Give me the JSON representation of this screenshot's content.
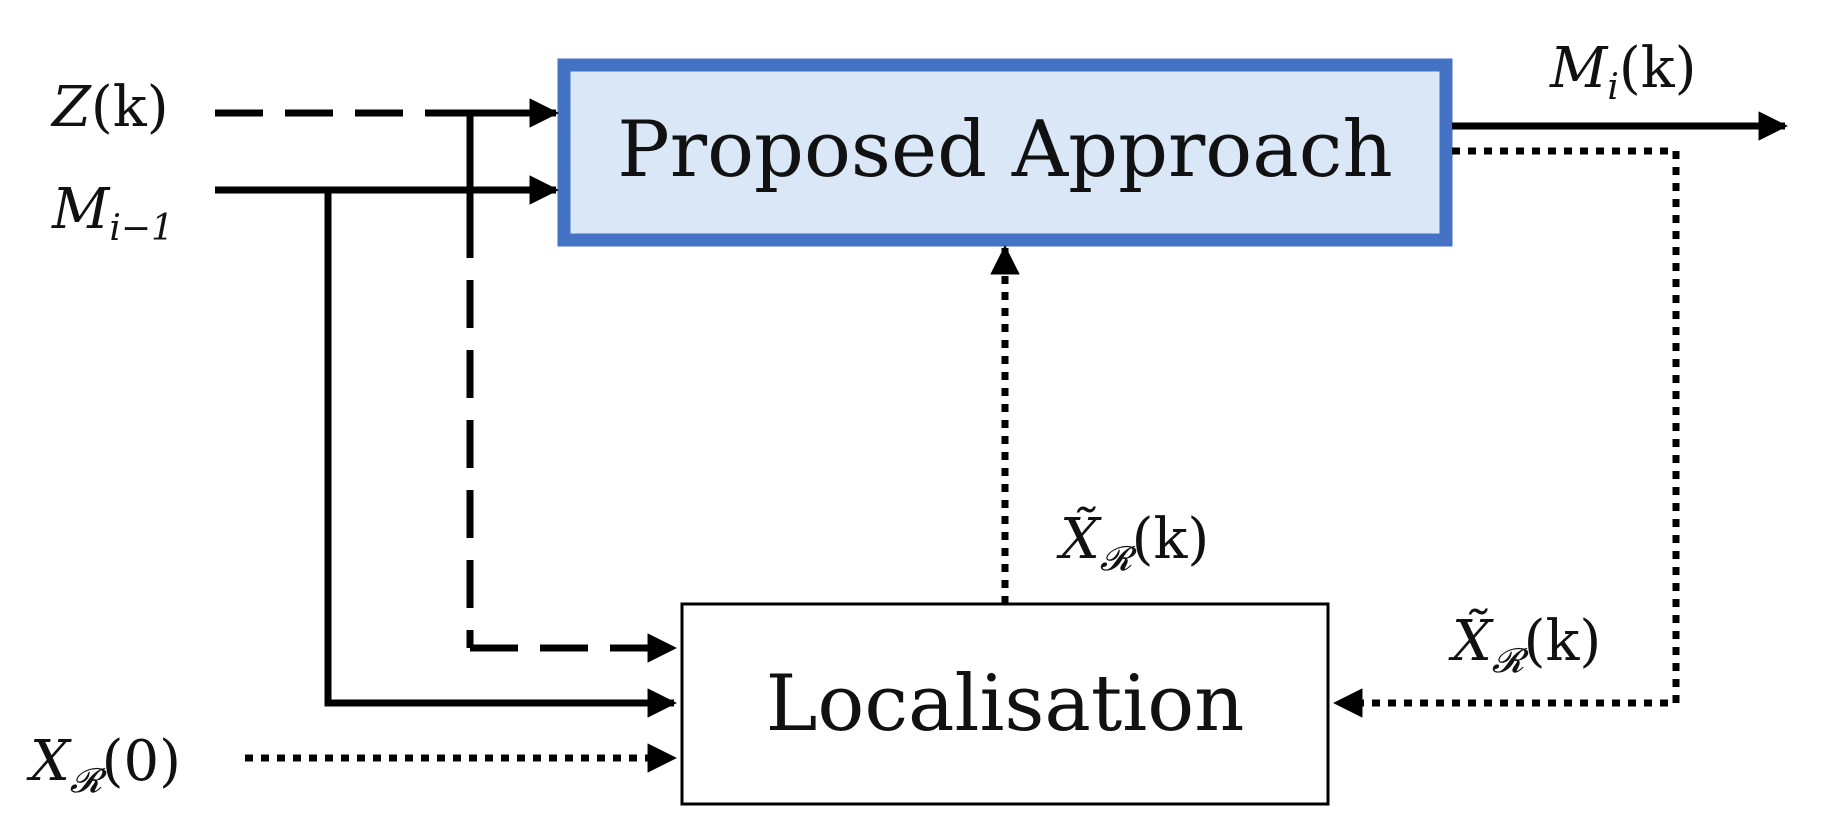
{
  "blocks": {
    "proposed": {
      "label": "Proposed Approach",
      "fill_color": "#d9e7f6",
      "border_color": "#4472c4"
    },
    "localisation": {
      "label": "Localisation",
      "fill_color": "#ffffff",
      "border_color": "#000000"
    }
  },
  "signals": {
    "z": {
      "base": "Z",
      "arg": "(k)"
    },
    "m_prev": {
      "base": "M",
      "sub": "i−1"
    },
    "m_out": {
      "base": "M",
      "sub": "i",
      "arg": "(k)"
    },
    "x0": {
      "base": "X",
      "sub": "𝓡",
      "arg": "(0)"
    },
    "x_est_up": {
      "base": "X̃",
      "sub": "𝓡",
      "arg": "(k)"
    },
    "x_est_fb": {
      "base": "X̃",
      "sub": "𝓡",
      "arg": "(k)"
    }
  },
  "line_styles": {
    "measurements": "dashed",
    "map": "solid",
    "pose": "dotted"
  }
}
